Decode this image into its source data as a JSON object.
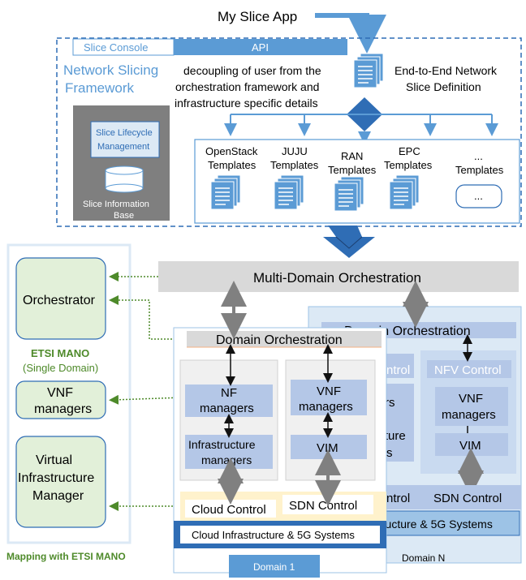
{
  "top": {
    "app_label": "My Slice App"
  },
  "framework": {
    "slice_console": "Slice Console",
    "api": "API",
    "title_line1": "Network Slicing",
    "title_line2": "Framework",
    "decoupling": [
      "decoupling of user from the",
      "orchestration framework and",
      "infrastructure specific details"
    ],
    "e2e_definition": [
      "End-to-End Network",
      "Slice Definition"
    ],
    "lifecycle": [
      "Slice Lifecycle",
      "Management"
    ],
    "info_base": [
      "Slice Information",
      "Base"
    ],
    "templates": [
      {
        "line1": "OpenStack",
        "line2": "Templates"
      },
      {
        "line1": "JUJU",
        "line2": "Templates"
      },
      {
        "line1": "RAN",
        "line2": "Templates"
      },
      {
        "line1": "EPC",
        "line2": "Templates"
      },
      {
        "line1": "...",
        "line2": "Templates"
      }
    ],
    "ellipsis_box": "..."
  },
  "etsi": {
    "orchestrator": "Orchestrator",
    "mano_title": "ETSI MANO",
    "mano_subtitle": "(Single Domain)",
    "vnf_managers": [
      "VNF",
      "managers"
    ],
    "vim": [
      "Virtual",
      "Infrastructure",
      "Manager"
    ],
    "mapping_caption": "Mapping with ETSI MANO"
  },
  "orchestration": {
    "multi_domain": "Multi-Domain Orchestration"
  },
  "domain1": {
    "domain_orchestration": "Domain Orchestration",
    "nf_managers": [
      "NF",
      "managers"
    ],
    "infra_managers": [
      "Infrastructure",
      "managers"
    ],
    "vnf_managers": [
      "VNF",
      "managers"
    ],
    "vim": "VIM",
    "cloud_control": "Cloud Control",
    "sdn_control": "SDN Control",
    "infrastructure": "Cloud Infrastructure & 5G Systems",
    "label": "Domain 1"
  },
  "domainN": {
    "domain_orchestration": "Domain Orchestration",
    "ntrol_fragment": "ntrol",
    "nfv_control": "NFV Control",
    "rs_fragment": "rs",
    "ucture_fragment": "ucture",
    "s_fragment": "s",
    "vnf_managers": [
      "VNF",
      "managers"
    ],
    "vim": "VIM",
    "ntrol2_fragment": "ntrol",
    "sdn_control": "SDN Control",
    "infrastructure": "tructure & 5G Systems",
    "label": "Domain N"
  },
  "colors": {
    "light_blue": "#dce9f5",
    "box_blue": "#b4c7e7",
    "dark_blue": "#2f6db5",
    "accent_blue": "#5b9bd5",
    "mano_green": "#e2f0d9",
    "mano_text_green": "#4e8a2a",
    "gray": "#d9d9d9",
    "dark_gray": "#7f7f7f"
  }
}
